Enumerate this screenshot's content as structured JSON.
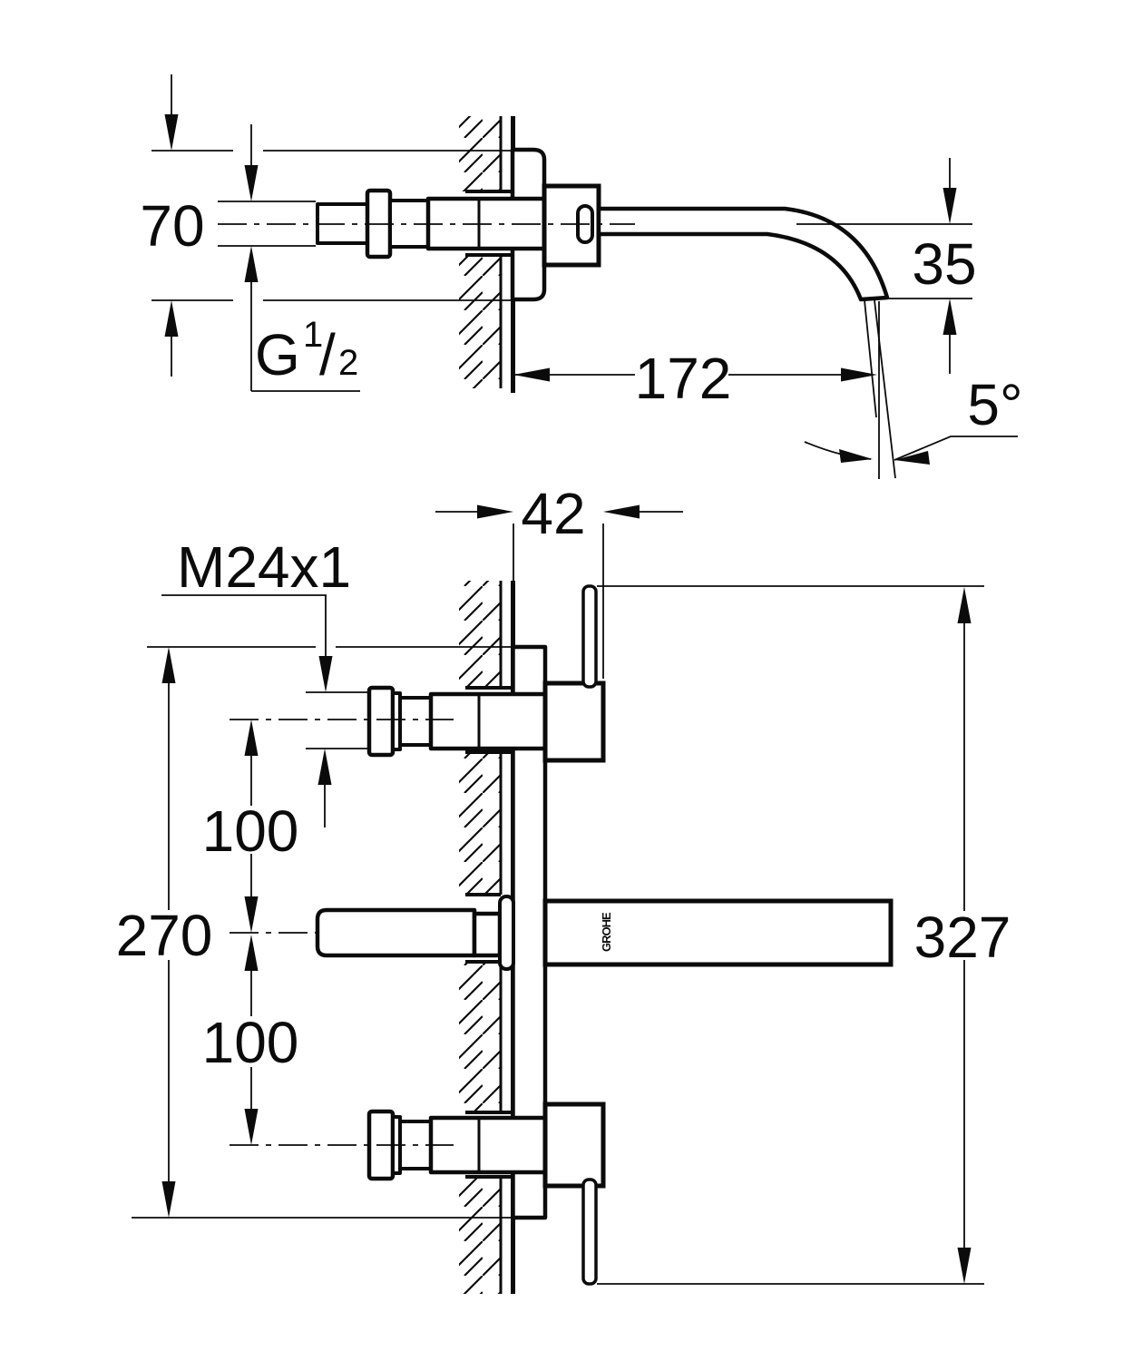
{
  "drawing": {
    "background": "#ffffff",
    "line_color": "#0b0b0b",
    "side_view": {
      "dims": {
        "plate_width": "70",
        "inlet_thread_g": "G",
        "inlet_thread_sup": "1",
        "inlet_thread_slash": "/",
        "inlet_thread_sub": "2",
        "spout_drop": "35",
        "spout_reach": "172",
        "stream_angle": "5°"
      }
    },
    "front_view": {
      "dims": {
        "wall_clearance": "42",
        "valve_thread": "M24x1",
        "upper_spacing": "100",
        "lower_spacing": "100",
        "plate_height": "270",
        "overall_height": "327"
      },
      "brand_mark": "GROHE"
    }
  }
}
